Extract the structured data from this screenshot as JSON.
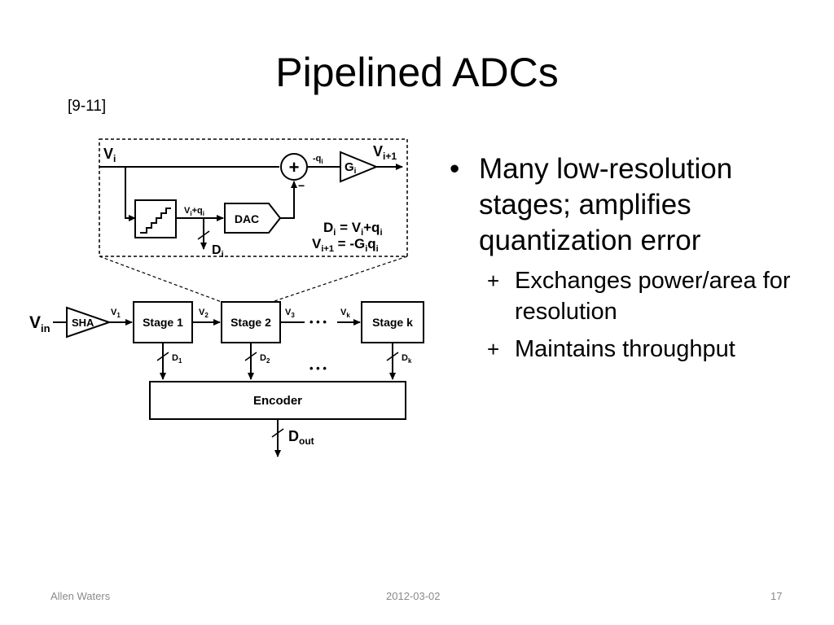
{
  "slide": {
    "title": "Pipelined ADCs",
    "reference": "[9-11]",
    "bullets": [
      {
        "text": "Many low-resolution stages; amplifies quantization error",
        "sub": [
          "Exchanges power/area for resolution",
          "Maintains throughput"
        ]
      }
    ],
    "footer": {
      "author": "Allen Waters",
      "date": "2012-03-02",
      "page": "17"
    }
  },
  "diagram": {
    "detail": {
      "v_in": "V",
      "v_in_sub": "i",
      "v_out": "V",
      "v_out_sub": "i+1",
      "sum_minus_label": "-q",
      "sum_minus_sub": "i",
      "gain": "G",
      "gain_sub": "i",
      "adc_out": "V",
      "adc_out_sub": "i",
      "adc_out_tail": "+q",
      "adc_out_tail_sub": "i",
      "dac": "DAC",
      "digital_out": "D",
      "digital_out_sub": "i",
      "eq1": "D",
      "eq1_sub": "i",
      "eq1_rest": " = V",
      "eq1_rest_sub": "i",
      "eq1_tail": "+q",
      "eq1_tail_sub": "i",
      "eq2": "V",
      "eq2_sub": "i+1",
      "eq2_rest": " = -G",
      "eq2_rest_sub": "i",
      "eq2_tail": "q",
      "eq2_tail_sub": "i",
      "plus": "+",
      "minus": "−"
    },
    "pipeline": {
      "vin": "V",
      "vin_sub": "in",
      "sha": "SHA",
      "v1": "V",
      "v1_sub": "1",
      "stage1": "Stage 1",
      "v2": "V",
      "v2_sub": "2",
      "stage2": "Stage 2",
      "v3": "V",
      "v3_sub": "3",
      "dots": "• • •",
      "vk": "V",
      "vk_sub": "k",
      "stagek": "Stage k",
      "d1": "D",
      "d1_sub": "1",
      "d2": "D",
      "d2_sub": "2",
      "dk": "D",
      "dk_sub": "k",
      "mid_dots": "• • •",
      "encoder": "Encoder",
      "dout": "D",
      "dout_sub": "out"
    }
  },
  "colors": {
    "text": "#000000",
    "footer": "#8a8a8a",
    "background": "#ffffff"
  }
}
